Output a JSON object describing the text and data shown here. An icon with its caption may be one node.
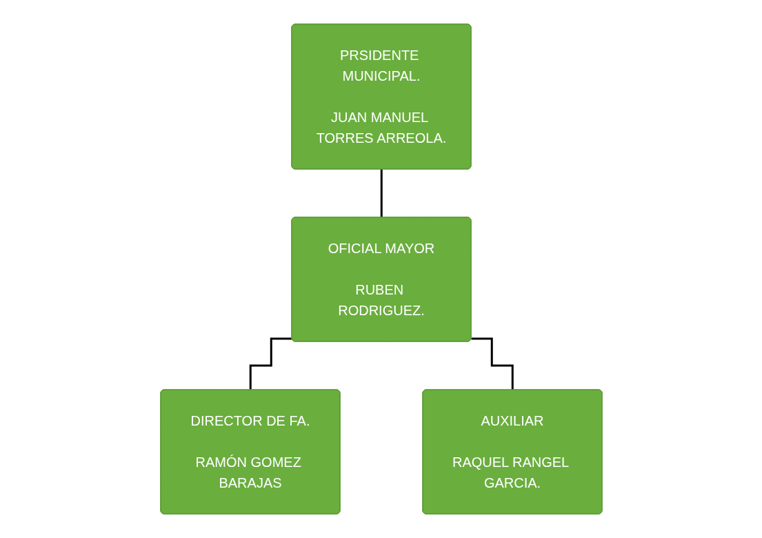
{
  "diagram": {
    "nodes": [
      {
        "text": [
          "PRSIDENTE MUNICIPAL.",
          "JUAN MANUEL TORRES ARREOLA."
        ]
      },
      {
        "text": [
          "OFICIAL MAYOR",
          "RUBEN RODRIGUEZ."
        ]
      },
      {
        "text": [
          "DIRECTOR DE FA.",
          "RAMÓN GOMEZ BARAJAS"
        ]
      },
      {
        "text": [
          "AUXILIAR",
          "RAQUEL RANGEL GARCIA."
        ]
      }
    ],
    "edges": [
      {
        "from": 0,
        "to": 1,
        "arrow": "none"
      },
      {
        "from": 1,
        "to": 2,
        "arrow": "none"
      },
      {
        "from": 1,
        "to": 3,
        "arrow": "none"
      }
    ]
  }
}
